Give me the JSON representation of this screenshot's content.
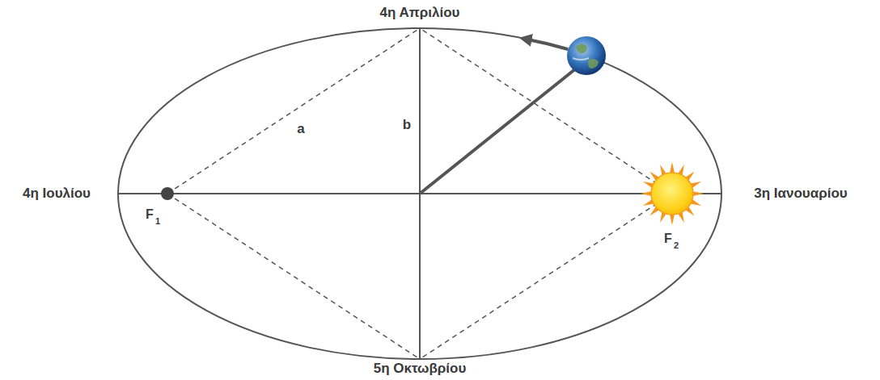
{
  "diagram": {
    "labels": [
      "4η Απριλίου",
      "4η Ιουλίου",
      "3η Ιανουαρίου",
      "5η Οκτωβρίου",
      "a",
      "b",
      "F",
      "1",
      "F",
      "2"
    ]
  }
}
